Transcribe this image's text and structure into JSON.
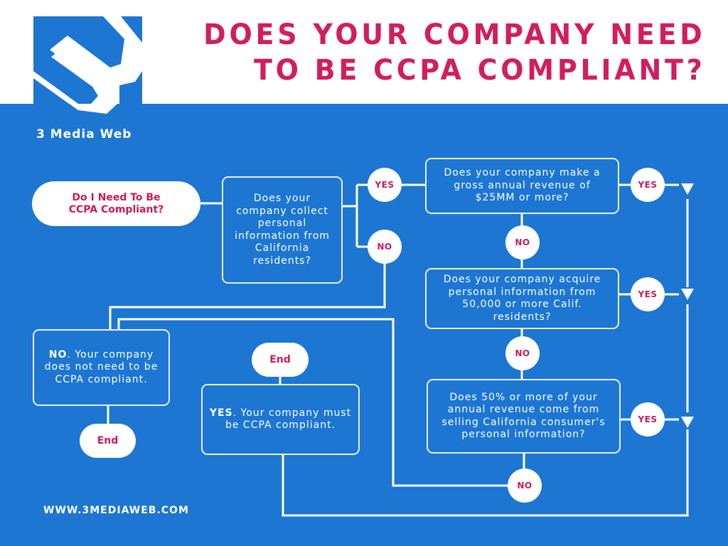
{
  "header": {
    "title_line1": "DOES YOUR COMPANY NEED",
    "title_line2": "TO BE CCPA COMPLIANT?",
    "brand_name": "3 Media Web"
  },
  "colors": {
    "background_blue": "#1c76d2",
    "accent_pink": "#d21d5e",
    "white": "#ffffff"
  },
  "flowchart": {
    "start": "Do I Need To Be CCPA Compliant?",
    "q1": "Does your company collect personal information from California residents?",
    "q2": "Does your company make a gross annual revenue of $25MM or more?",
    "q3": "Does your company acquire personal information from 50,000 or more Calif. residents?",
    "q4": "Does 50% or more of your annual revenue come from selling California consumer's personal information?",
    "result_no_bold": "NO",
    "result_no_rest": ". Your company does not need to be CCPA compliant.",
    "result_yes_bold": "YES",
    "result_yes_rest": ". Your company must be CCPA compliant.",
    "end_label": "End",
    "yes_label": "YES",
    "no_label": "NO"
  },
  "footer": {
    "url": "WWW.3MEDIAWEB.COM"
  }
}
